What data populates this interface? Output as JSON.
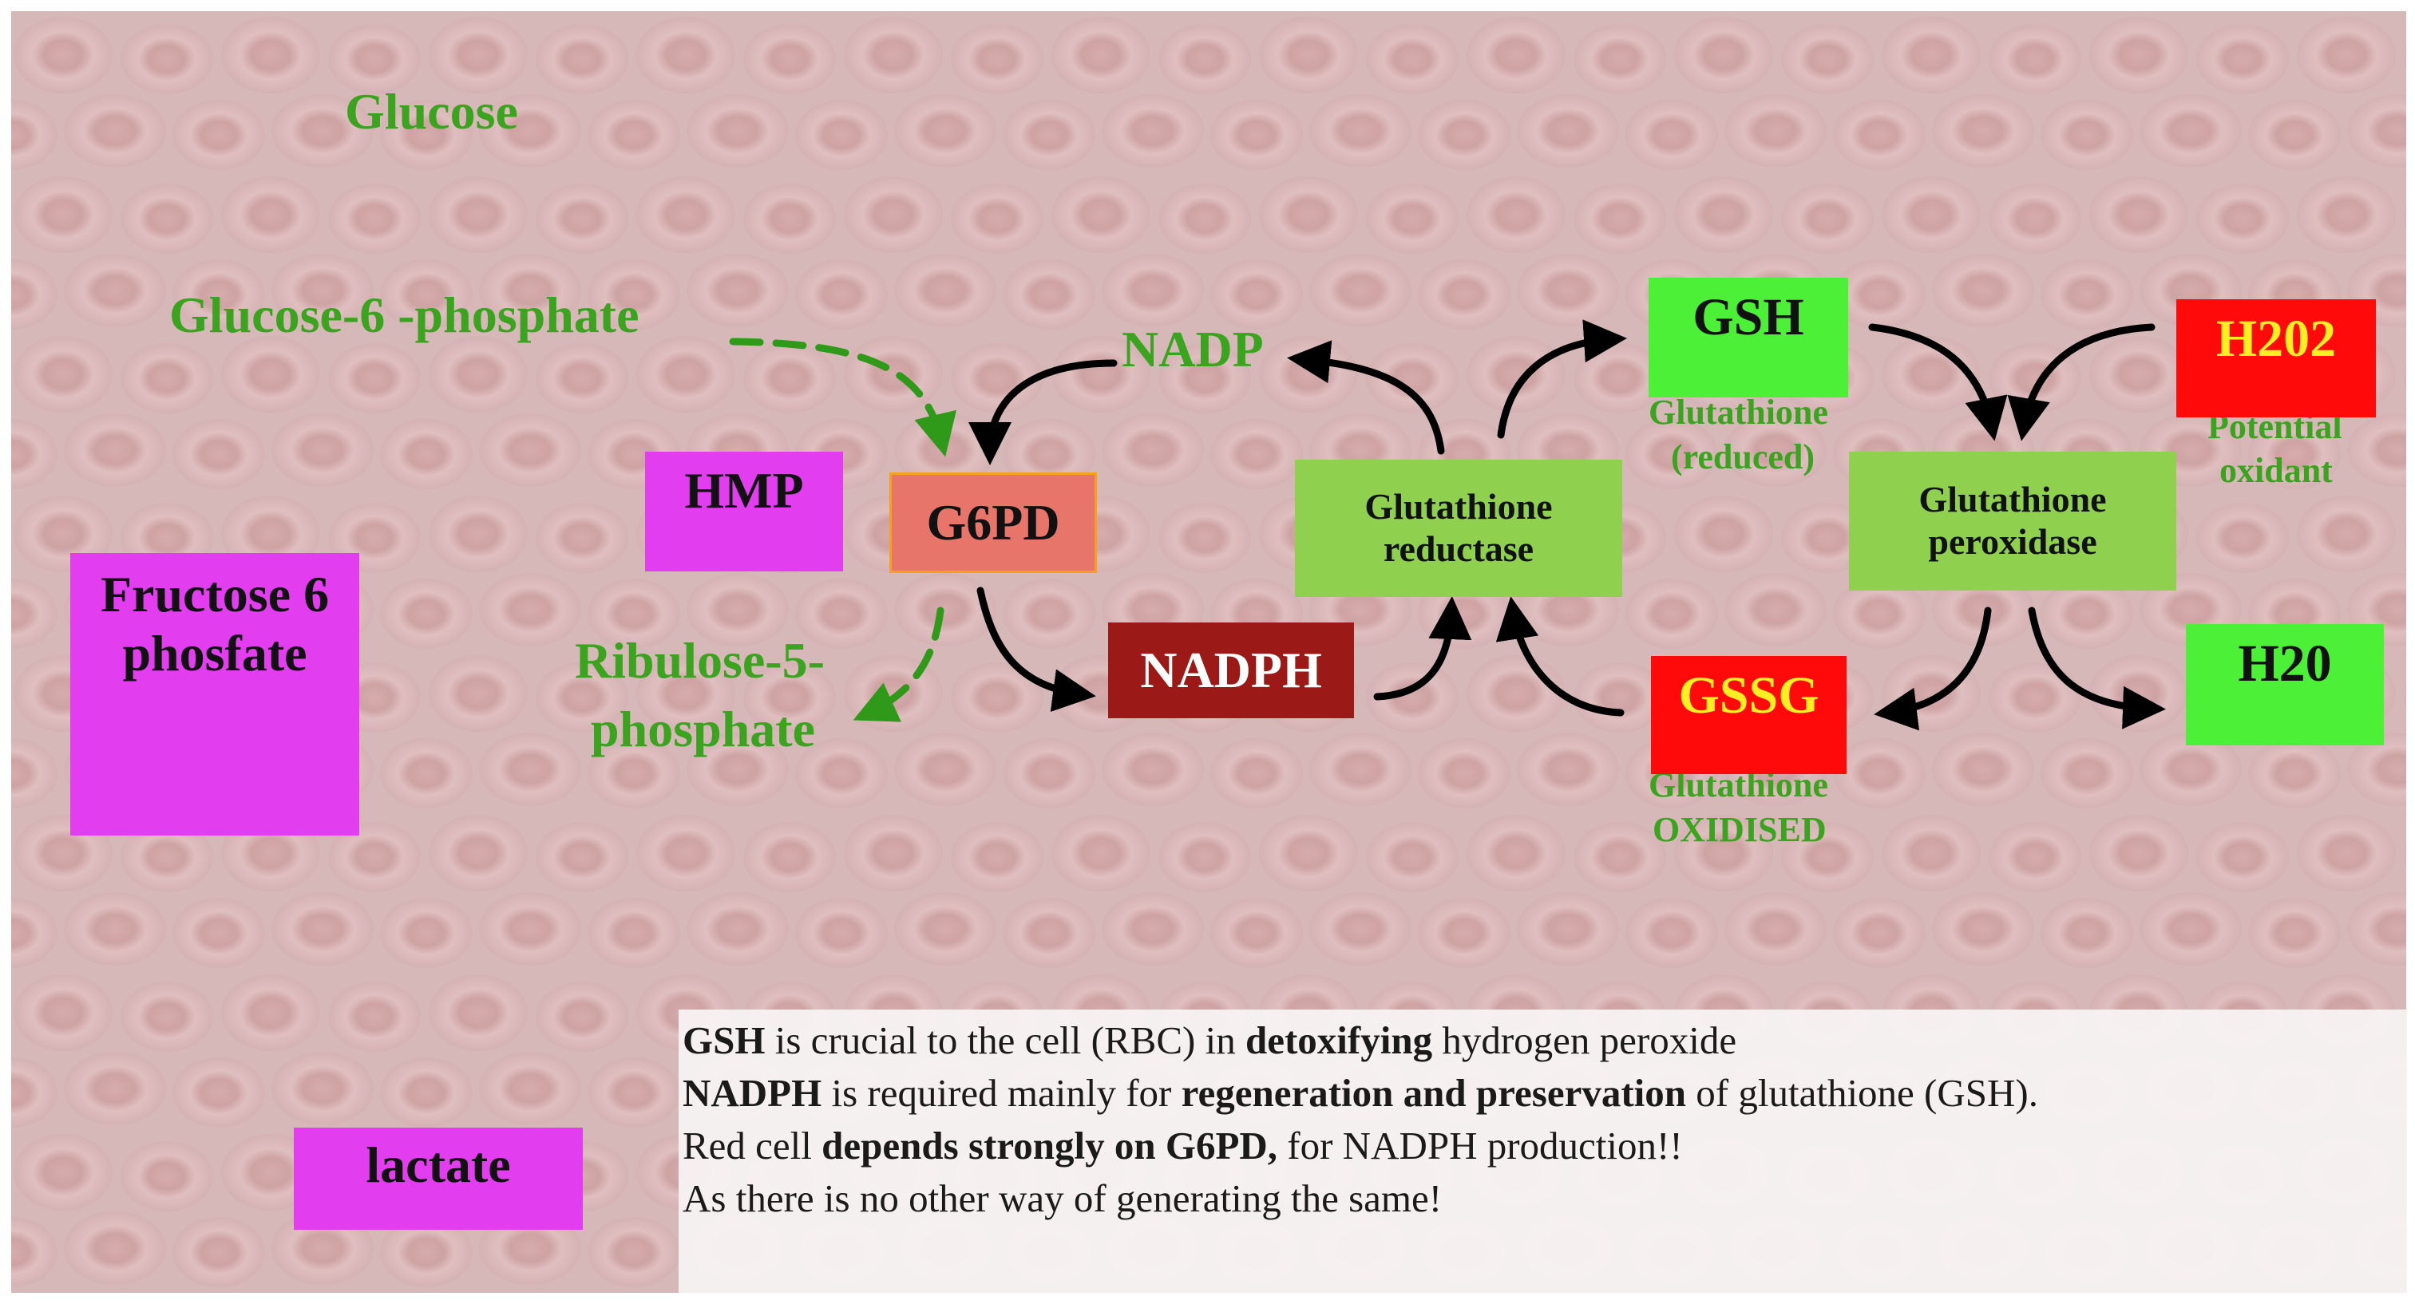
{
  "labels": {
    "glucose": "Glucose",
    "g6p": "Glucose-6 -phosphate",
    "nadp": "NADP",
    "ribulose_line1": "Ribulose-5-",
    "ribulose_line2": "phosphate",
    "gsh_sub_line1": "Glutathione",
    "gsh_sub_line2": "(reduced)",
    "gssg_sub_line1": "Glutathione",
    "gssg_sub_line2": "OXIDISED",
    "h2o2_sub_line1": "Potential",
    "h2o2_sub_line2": "oxidant"
  },
  "boxes": {
    "hmp": "HMP",
    "fructose_line1": "Fructose 6",
    "fructose_line2": "phosfate",
    "lactate": "lactate",
    "g6pd": "G6PD",
    "nadph": "NADPH",
    "gr_line1": "Glutathione",
    "gr_line2": "reductase",
    "gsh": "GSH",
    "gssg": "GSSG",
    "gp_line1": "Glutathione",
    "gp_line2": "peroxidase",
    "h2o2": "H202",
    "h2o": "H20"
  },
  "note": {
    "l1_b1": "GSH",
    "l1_t1": " is crucial to the cell (RBC) in ",
    "l1_b2": "detoxifying",
    "l1_t2": " hydrogen peroxide",
    "l2_b1": "NADPH",
    "l2_t1": " is required mainly for ",
    "l2_b2": "regeneration and preservation",
    "l2_t2": " of glutathione (GSH).",
    "l3_t1": "Red cell ",
    "l3_b1": "depends strongly on G6PD,",
    "l3_t2": " for NADPH production!!",
    "l4_t1": "As there is no other way of generating the same!"
  },
  "colors": {
    "magenta": "#e23ef0",
    "salmon": "#e8756a",
    "dark_red": "#9b1a17",
    "light_green": "#8fd04e",
    "bright_green": "#4cf037",
    "red": "#ff0a0a",
    "yellow_text": "#ffee22",
    "label_green": "#3aa41e"
  }
}
